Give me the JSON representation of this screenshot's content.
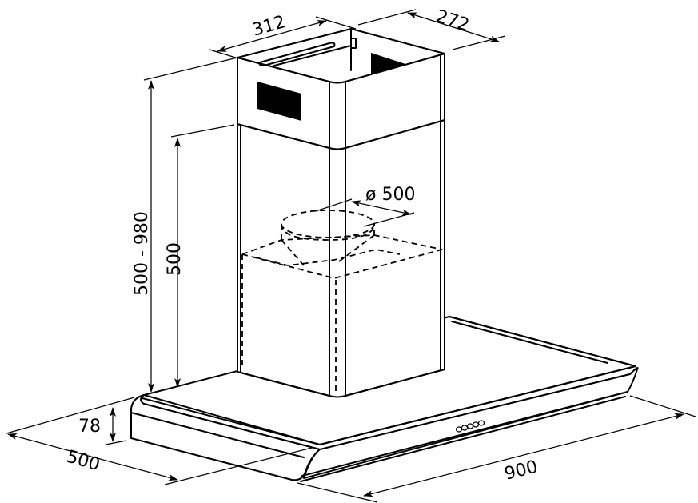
{
  "diagram": {
    "subject": "Chimney range hood dimensional drawing",
    "units": "mm",
    "dimensions": {
      "chimney_width": "312",
      "chimney_depth": "272",
      "duct_diameter": "ø 500",
      "total_height_range": "500 - 980",
      "lower_chimney_height": "500",
      "canopy_thickness": "78",
      "canopy_depth": "500",
      "canopy_width": "900"
    },
    "control_buttons": 5
  }
}
